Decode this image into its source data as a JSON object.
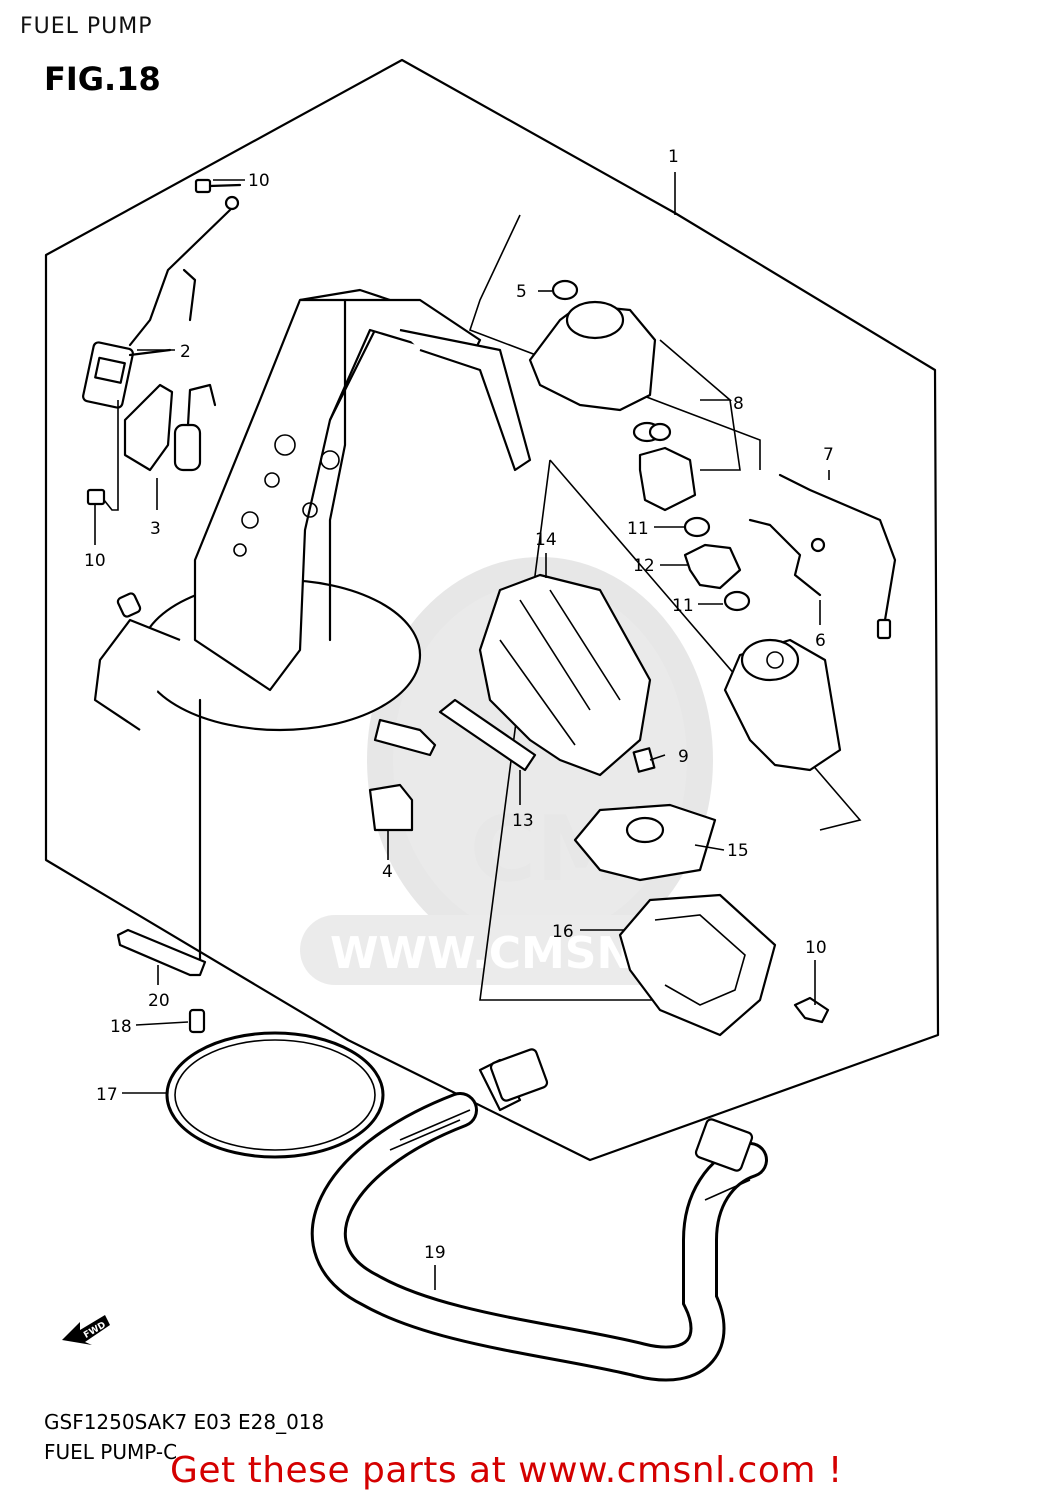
{
  "header": {
    "title": "FUEL PUMP",
    "figure": "FIG.18"
  },
  "footer": {
    "model_code": "GSF1250SAK7 E03 E28_018",
    "caption": "FUEL PUMP-C",
    "call_to_action": "Get these parts at www.cmsnl.com !"
  },
  "watermark": {
    "text": "WWW.CMSNL.COM",
    "logo": "CMS"
  },
  "direction_arrow": {
    "label": "FWD"
  },
  "callouts": {
    "c1": "1",
    "c2": "2",
    "c3": "3",
    "c4": "4",
    "c5": "5",
    "c6": "6",
    "c7": "7",
    "c8": "8",
    "c9": "9",
    "c10a": "10",
    "c10b": "10",
    "c10c": "10",
    "c11a": "11",
    "c11b": "11",
    "c12": "12",
    "c13": "13",
    "c14": "14",
    "c15": "15",
    "c16": "16",
    "c17": "17",
    "c18": "18",
    "c19": "19",
    "c20": "20"
  }
}
